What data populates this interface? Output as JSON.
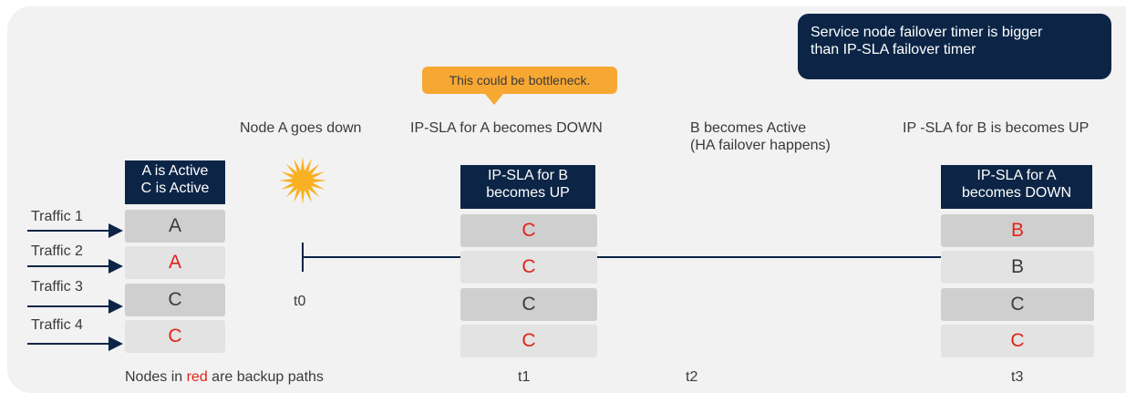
{
  "tooltip": {
    "line1": "Service node failover timer is bigger",
    "line2": "than IP-SLA failover timer"
  },
  "callout": "This could be bottleneck.",
  "events": {
    "node_a_down": "Node A goes down",
    "ipsla_a_down": "IP-SLA for A becomes DOWN",
    "b_active_line1": "B becomes Active",
    "b_active_line2": "(HA failover happens)",
    "ipsla_b_up": "IP -SLA for B is becomes UP"
  },
  "columns": {
    "initial": {
      "header_line1": "A is Active",
      "header_line2": "C is Active",
      "cells": [
        {
          "label": "A",
          "state": "primary"
        },
        {
          "label": "A",
          "state": "backup"
        },
        {
          "label": "C",
          "state": "primary"
        },
        {
          "label": "C",
          "state": "backup"
        }
      ]
    },
    "t1": {
      "header_line1": "IP-SLA for B",
      "header_line2": "becomes UP",
      "cells": [
        {
          "label": "C",
          "state": "backup"
        },
        {
          "label": "C",
          "state": "backup"
        },
        {
          "label": "C",
          "state": "primary"
        },
        {
          "label": "C",
          "state": "backup"
        }
      ]
    },
    "t3": {
      "header_line1": "IP-SLA for A",
      "header_line2": "becomes DOWN",
      "cells": [
        {
          "label": "B",
          "state": "backup"
        },
        {
          "label": "B",
          "state": "primary"
        },
        {
          "label": "C",
          "state": "primary"
        },
        {
          "label": "C",
          "state": "backup"
        }
      ]
    }
  },
  "traffic": [
    "Traffic 1",
    "Traffic 2",
    "Traffic 3",
    "Traffic 4"
  ],
  "timeline": {
    "t0": "t0",
    "t1": "t1",
    "t2": "t2",
    "t3": "t3"
  },
  "legend": {
    "prefix": "Nodes in ",
    "highlight": "red",
    "suffix": " are backup paths"
  },
  "colors": {
    "navy": "#0c2546",
    "backup_red": "#e2231a",
    "callout_orange": "#f7a833",
    "burst_yellow": "#f9b123",
    "panel_gray": "#f2f2f2"
  },
  "icons": {
    "failure": "starburst-icon"
  }
}
